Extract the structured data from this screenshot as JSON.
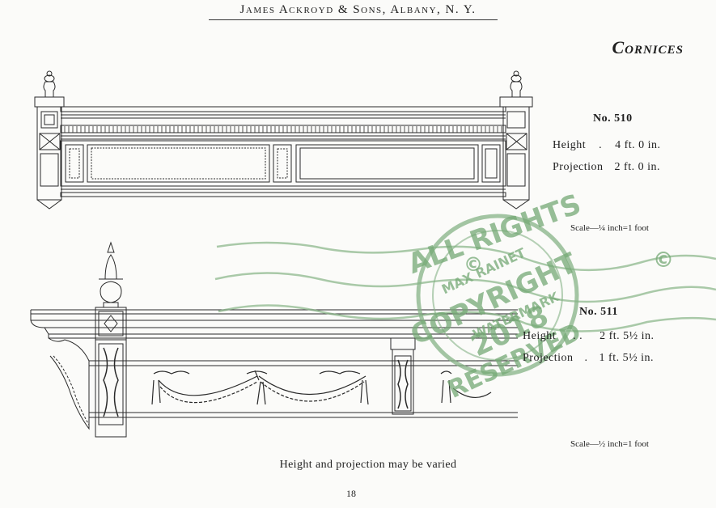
{
  "header": {
    "title": "James Ackroyd & Sons, Albany, N. Y."
  },
  "section_title": "Cornices",
  "cornice_510": {
    "number": "No. 510",
    "height_label": "Height",
    "height_dots": ".",
    "height_value": "4 ft. 0 in.",
    "projection_label": "Projection",
    "projection_value": "2 ft. 0 in.",
    "scale": "Scale—¼ inch=1 foot"
  },
  "cornice_511": {
    "number": "No. 511",
    "height_label": "Height",
    "height_dots": ". .",
    "height_value": "2 ft. 5½ in.",
    "projection_label": "Projection",
    "projection_dots": ".",
    "projection_value": "1 ft. 5½ in.",
    "scale": "Scale—½ inch=1 foot"
  },
  "caption": "Height and projection may be varied",
  "page_number": "18",
  "watermark": {
    "line1": "ALL RIGHTS",
    "line2": "MAX RAINET",
    "line3": "COPYRIGHT",
    "line4": "WATERMARK",
    "line5": "2018",
    "line6": "RESERVED",
    "symbol": "©",
    "color": "#74a874"
  }
}
